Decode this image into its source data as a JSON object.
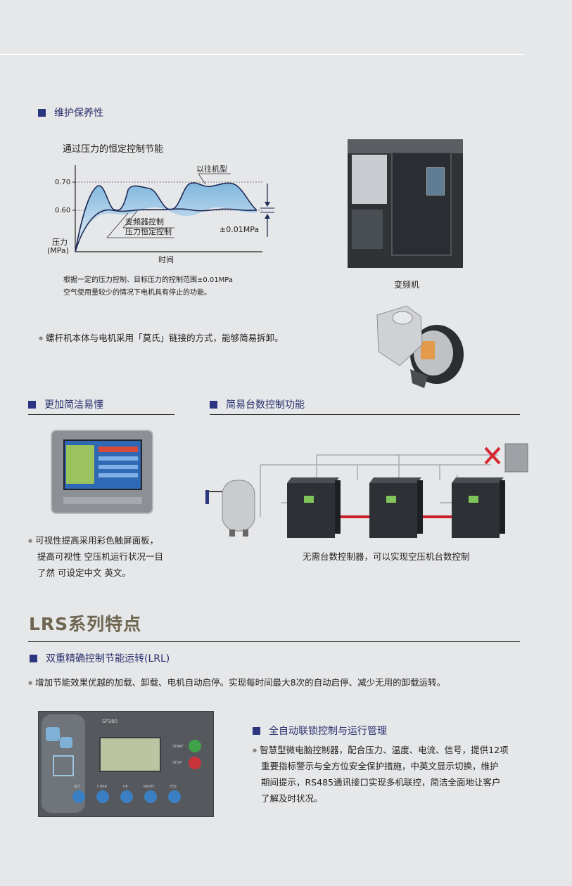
{
  "sections": {
    "maintenance": {
      "title": "维护保养性",
      "chart": {
        "title": "通过压力的恒定控制节能",
        "old_label": "以往机型",
        "vfd_label_1": "变频器控制",
        "vfd_label_2": "压力恒定控制",
        "tolerance": "±0.01MPa",
        "ylabel_1": "压力",
        "ylabel_2": "(MPa)",
        "xlabel": "时间",
        "tick_high": "0.70",
        "tick_low": "0.60"
      },
      "note_1": "根据一定的压力控制、目标压力的控制范围±0.01MPa",
      "note_2": "空气使用量较少的情况下电机具有停止的功能。",
      "photo_caption": "变频机",
      "bullet": "螺杆机本体与电机采用「莫氏」链接的方式，能够简易拆卸。"
    },
    "simple": {
      "title": "更加简洁易懂",
      "line_1": "可视性提高采用彩色触屏面板，",
      "line_2": "提高可视性 空压机运行状况一目",
      "line_3": "了然 可设定中文 英文。"
    },
    "unit_control": {
      "title": "简易台数控制功能",
      "caption": "无需台数控制器，可以实现空压机台数控制"
    },
    "lrs": {
      "title": "LRS系列特点",
      "subtitle": "双重精确控制节能运转(LRL)",
      "bullet": "增加节能效果优越的加载、卸载、电机自动启停。实现每时间最大8次的自动启停、减少无用的卸载运转。",
      "panel_model": "SP380",
      "panel_buttons": [
        "SET",
        "CHKR",
        "UP",
        "RIGHT",
        "ESC"
      ],
      "panel_start": "START",
      "panel_stop": "STOP",
      "interlock": {
        "title": "全自动联锁控制与运行管理",
        "line_1": "智慧型微电脑控制器，配合压力、温度、电流、信号，提供12项",
        "line_2": "重要指标警示与全方位安全保护措施，中英文显示切换，维护",
        "line_3": "期间提示，RS485通讯接口实现多机联控，简洁全面地让客户",
        "line_4": "了解及时状况。"
      }
    }
  },
  "colors": {
    "accent": "#2b3580",
    "title_brown": "#6e6650",
    "page_bg": "#e6e7e9"
  }
}
